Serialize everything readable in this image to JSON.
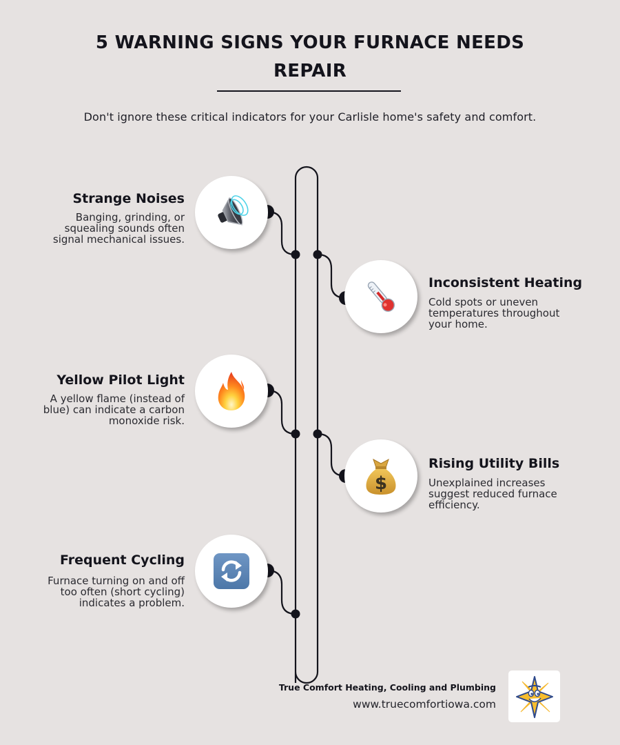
{
  "header": {
    "title_line1": "5 WARNING SIGNS YOUR FURNACE NEEDS",
    "title_line2": "REPAIR",
    "subtitle": "Don't ignore these critical indicators for your Carlisle home's safety and comfort."
  },
  "signs": [
    {
      "title": "Strange Noises",
      "description": "Banging, grinding, or squealing sounds often signal mechanical issues.",
      "desc_lines": [
        "Banging, grinding, or",
        "squealing sounds often",
        "signal mechanical issues."
      ],
      "icon": "speaker-icon",
      "glyph": "🔊",
      "side": "left"
    },
    {
      "title": "Inconsistent Heating",
      "description": "Cold spots or uneven temperatures throughout your home.",
      "desc_lines": [
        "Cold spots or uneven",
        "temperatures throughout",
        "your home."
      ],
      "icon": "thermometer-icon",
      "glyph": "🌡️",
      "side": "right"
    },
    {
      "title": "Yellow Pilot Light",
      "description": "A yellow flame (instead of blue) can indicate a carbon monoxide risk.",
      "desc_lines": [
        "A yellow flame (instead of",
        "blue) can indicate a carbon",
        "monoxide risk."
      ],
      "icon": "fire-icon",
      "glyph": "🔥",
      "side": "left"
    },
    {
      "title": "Rising Utility Bills",
      "description": "Unexplained increases suggest reduced furnace efficiency.",
      "desc_lines": [
        "Unexplained increases",
        "suggest reduced furnace",
        "efficiency."
      ],
      "icon": "money-bag-icon",
      "glyph": "💰",
      "side": "right"
    },
    {
      "title": "Frequent Cycling",
      "description": "Furnace turning on and off too often (short cycling) indicates a problem.",
      "desc_lines": [
        "Furnace turning on and off",
        "too often (short cycling)",
        "indicates a problem."
      ],
      "icon": "cycle-arrows-icon",
      "glyph": "🔄",
      "side": "left"
    }
  ],
  "footer": {
    "company": "True Comfort Heating, Cooling and Plumbing",
    "url": "www.truecomfortiowa.com",
    "logo": "star-mascot-logo"
  },
  "colors": {
    "background": "#e6e2e1",
    "ink": "#14141c",
    "bubble": "#ffffff",
    "logo_star": "#f5b82e",
    "logo_outline": "#2f4a8c"
  }
}
